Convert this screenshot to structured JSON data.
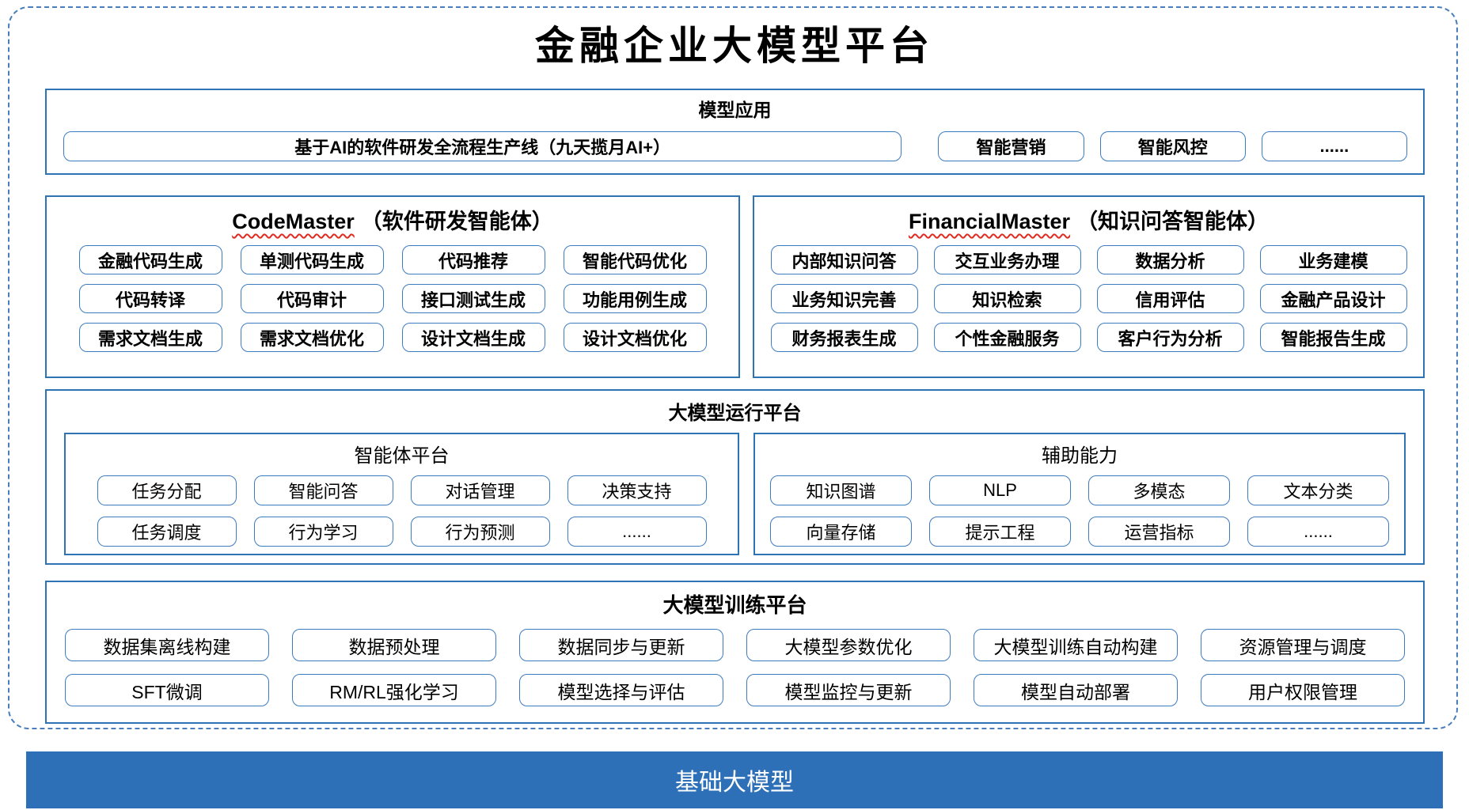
{
  "title": "金融企业大模型平台",
  "colors": {
    "box_border": "#2e74b5",
    "button_border": "#3d7cc0",
    "dashed_frame": "#4a7ebb",
    "foundation_bar": "#2e70b8",
    "spellcheck_wavy": "#e02b20"
  },
  "model_app": {
    "title": "模型应用",
    "main_button": "基于AI的软件研发全流程生产线（九天揽月AI+）",
    "buttons": [
      "智能营销",
      "智能风控",
      "......"
    ]
  },
  "agents": [
    {
      "name_en": "CodeMaster",
      "name_zh": "（软件研发智能体）",
      "rows": [
        [
          "金融代码生成",
          "单测代码生成",
          "代码推荐",
          "智能代码优化"
        ],
        [
          "代码转译",
          "代码审计",
          "接口测试生成",
          "功能用例生成"
        ],
        [
          "需求文档生成",
          "需求文档优化",
          "设计文档生成",
          "设计文档优化"
        ]
      ]
    },
    {
      "name_en": "FinancialMaster",
      "name_zh": "（知识问答智能体）",
      "rows": [
        [
          "内部知识问答",
          "交互业务办理",
          "数据分析",
          "业务建模"
        ],
        [
          "业务知识完善",
          "知识检索",
          "信用评估",
          "金融产品设计"
        ],
        [
          "财务报表生成",
          "个性金融服务",
          "客户行为分析",
          "智能报告生成"
        ]
      ]
    }
  ],
  "runtime": {
    "title": "大模型运行平台",
    "groups": [
      {
        "title": "智能体平台",
        "rows": [
          [
            "任务分配",
            "智能问答",
            "对话管理",
            "决策支持"
          ],
          [
            "任务调度",
            "行为学习",
            "行为预测",
            "......"
          ]
        ]
      },
      {
        "title": "辅助能力",
        "rows": [
          [
            "知识图谱",
            "NLP",
            "多模态",
            "文本分类"
          ],
          [
            "向量存储",
            "提示工程",
            "运营指标",
            "......"
          ]
        ]
      }
    ]
  },
  "training": {
    "title": "大模型训练平台",
    "rows": [
      [
        "数据集离线构建",
        "数据预处理",
        "数据同步与更新",
        "大模型参数优化",
        "大模型训练自动构建",
        "资源管理与调度"
      ],
      [
        "SFT微调",
        "RM/RL强化学习",
        "模型选择与评估",
        "模型监控与更新",
        "模型自动部署",
        "用户权限管理"
      ]
    ]
  },
  "foundation": {
    "label": "基础大模型"
  }
}
